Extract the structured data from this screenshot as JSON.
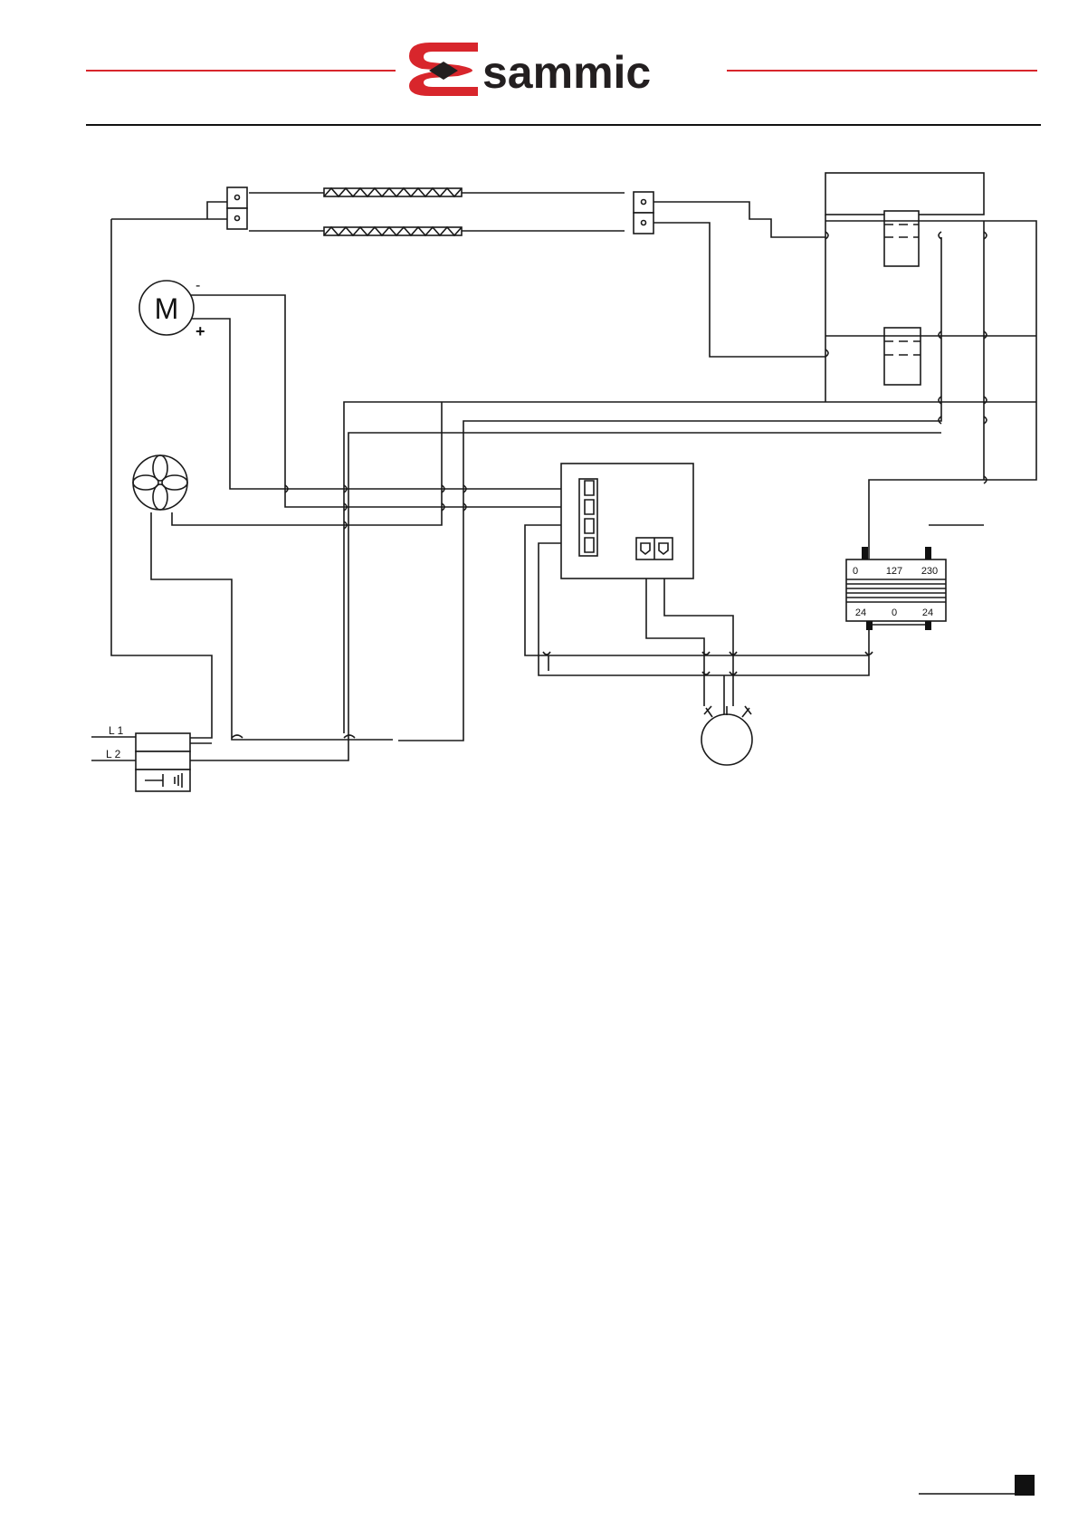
{
  "brand": {
    "name": "sammic",
    "red": "#d8262c",
    "dark": "#231f20"
  },
  "diagram": {
    "motor_label": "M",
    "motor_minus": "-",
    "motor_plus": "+",
    "line_1": "L 1",
    "line_2": "L 2",
    "transformer_top": [
      "0",
      "127",
      "230"
    ],
    "transformer_bottom": [
      "24",
      "0",
      "24"
    ]
  }
}
